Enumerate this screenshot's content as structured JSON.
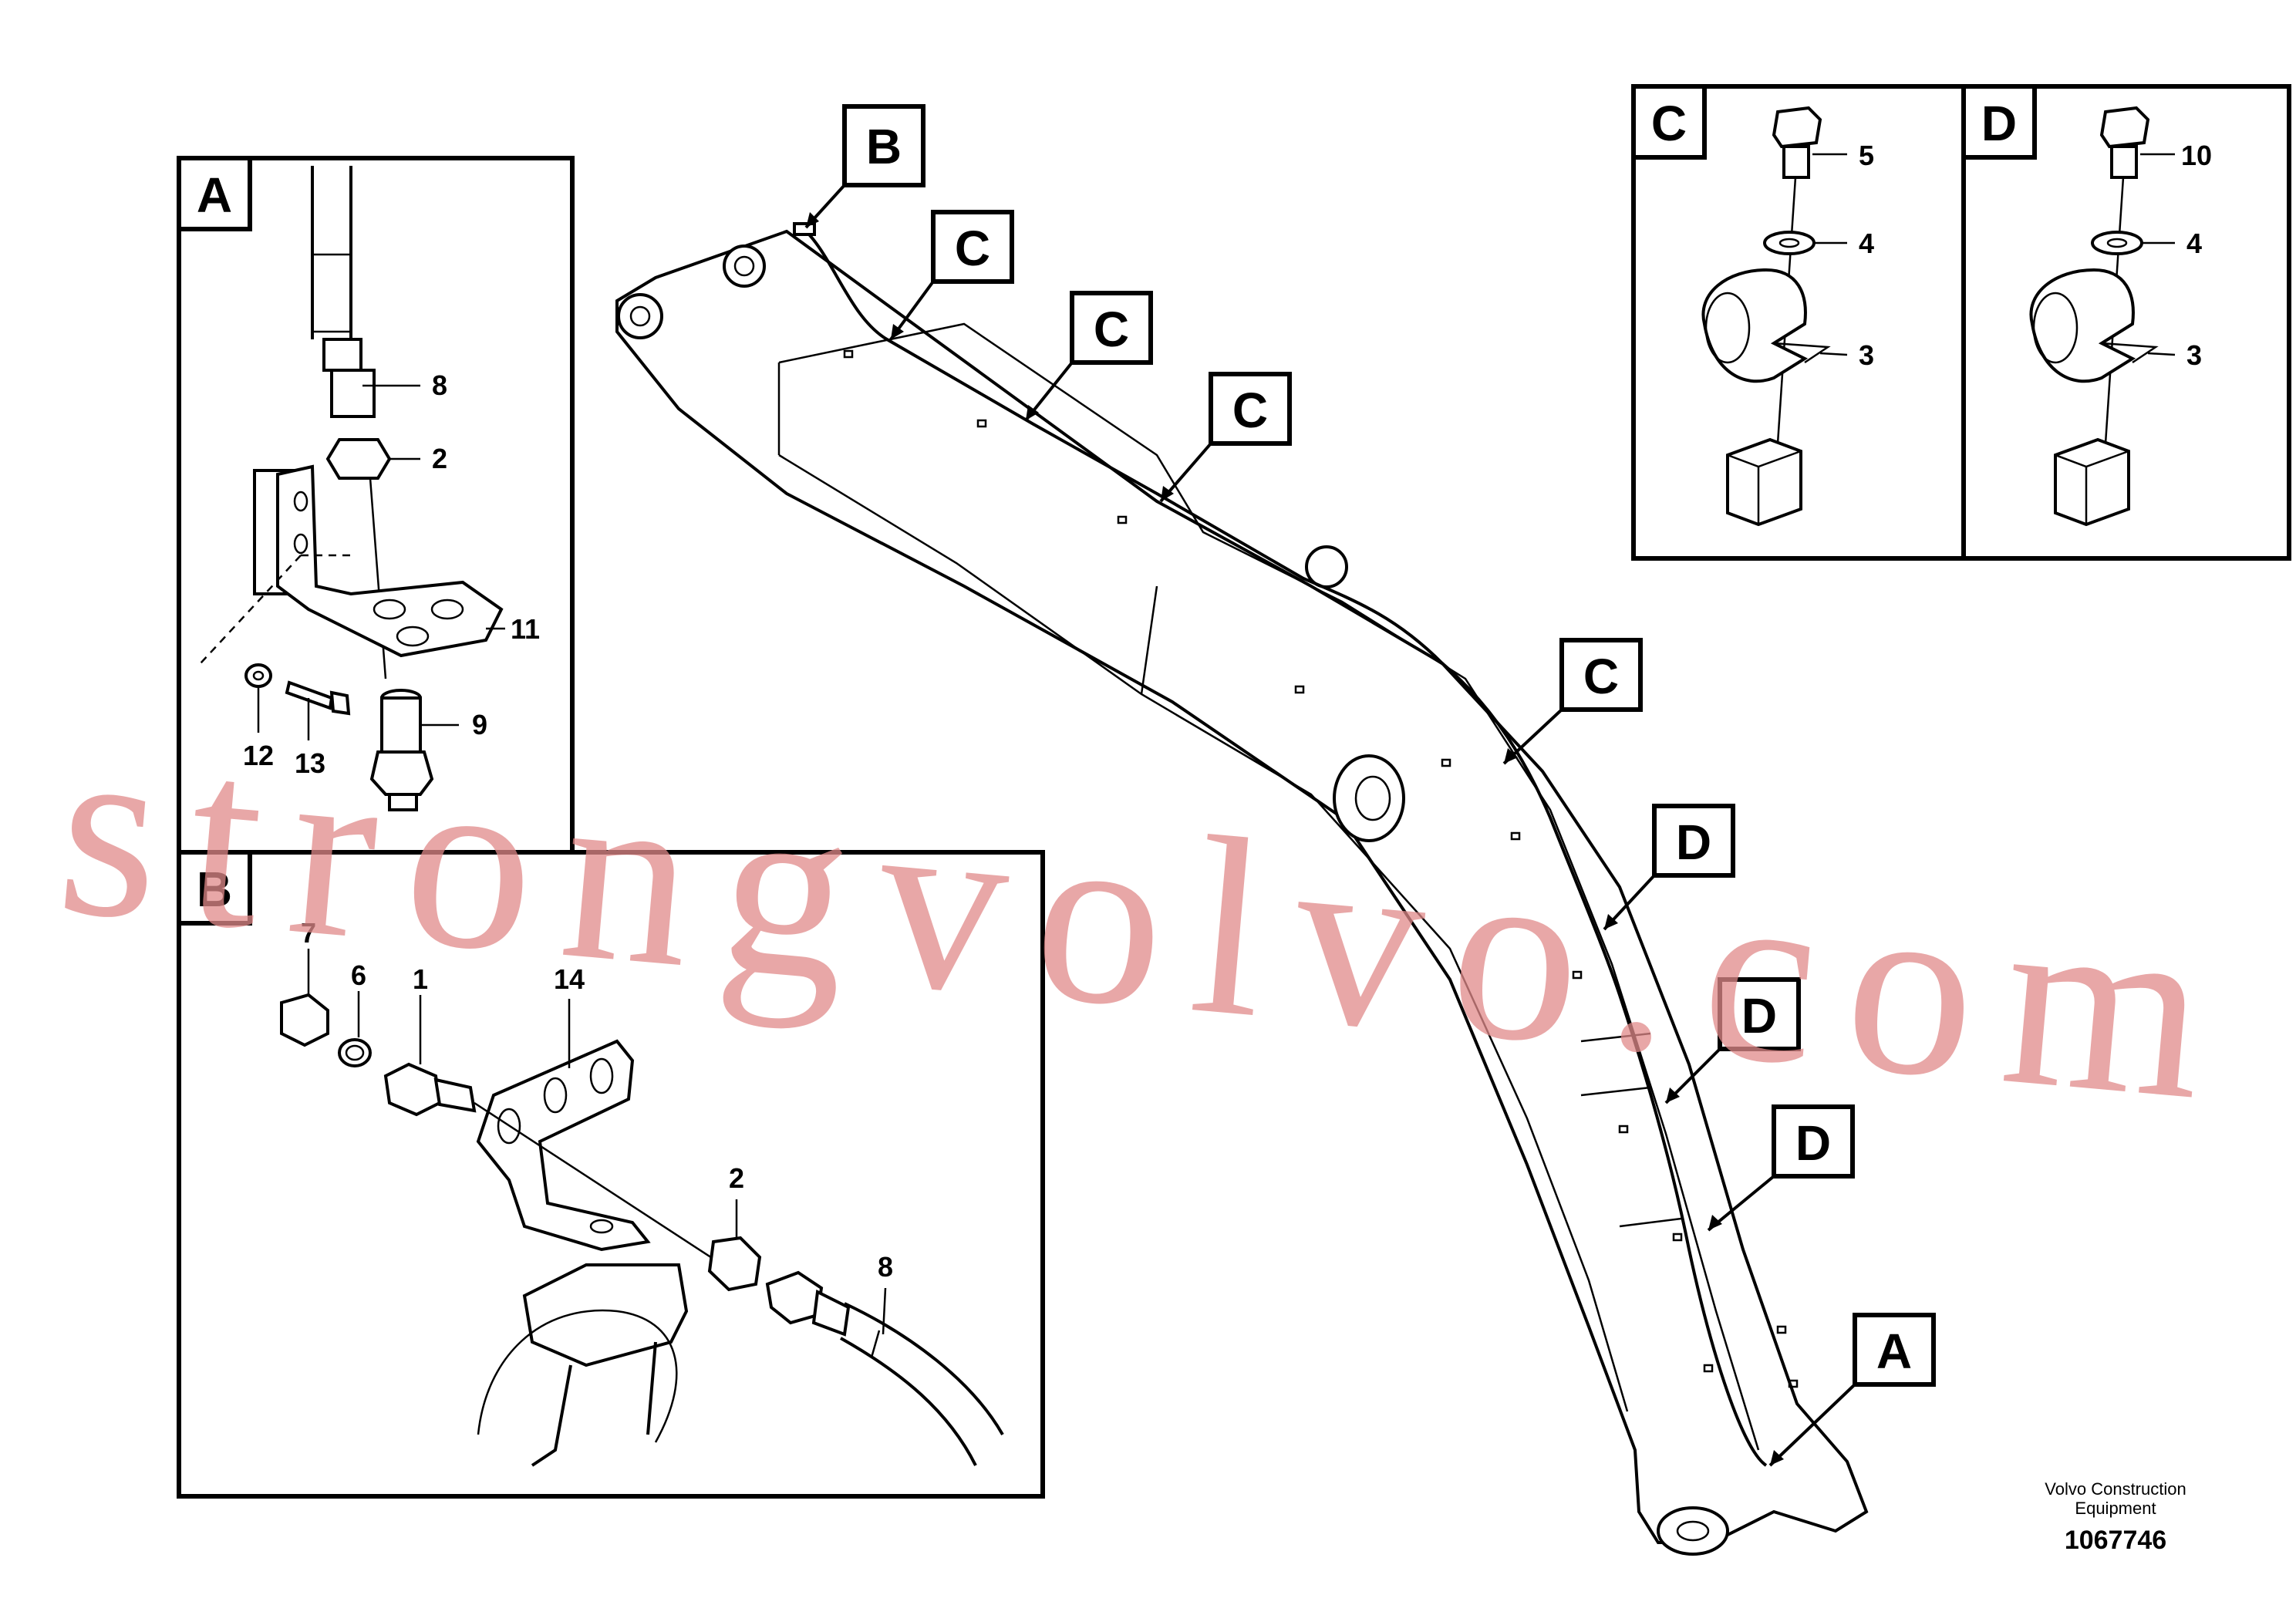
{
  "sections": {
    "A": {
      "letter": "A",
      "parts": [
        "8",
        "2",
        "11",
        "9",
        "12",
        "13"
      ]
    },
    "B": {
      "letter": "B",
      "parts": [
        "7",
        "6",
        "1",
        "14",
        "2",
        "8"
      ]
    },
    "C": {
      "letter": "C",
      "parts": [
        "5",
        "4",
        "3"
      ]
    },
    "D": {
      "letter": "D",
      "parts": [
        "10",
        "4",
        "3"
      ]
    }
  },
  "boom_callouts": [
    "B",
    "C",
    "C",
    "C",
    "C",
    "D",
    "D",
    "D",
    "A"
  ],
  "watermark": "strongvolvo.com",
  "footer": {
    "company_line1": "Volvo Construction",
    "company_line2": "Equipment",
    "diagram_id": "1067746"
  }
}
